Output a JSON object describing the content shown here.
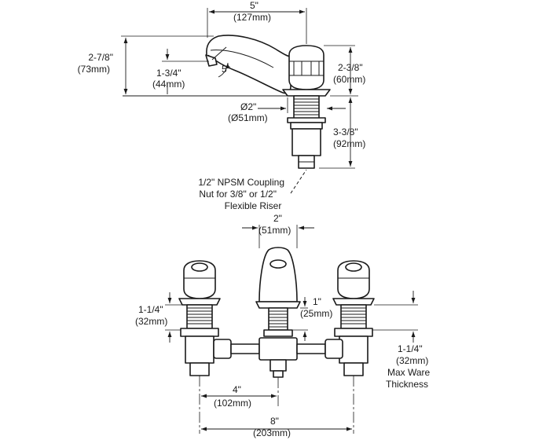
{
  "side_view": {
    "spout_length": {
      "imperial": "5\"",
      "metric": "(127mm)"
    },
    "overall_height": {
      "imperial": "2-7/8\"",
      "metric": "(73mm)"
    },
    "outlet_height": {
      "imperial": "1-3/4\"",
      "metric": "(44mm)"
    },
    "spout_angle": "5°",
    "handle_height": {
      "imperial": "2-3/8\"",
      "metric": "(60mm)"
    },
    "base_diameter": {
      "imperial": "Ø2\"",
      "metric": "(Ø51mm)"
    },
    "shank_length": {
      "imperial": "3-3/8\"",
      "metric": "(92mm)"
    },
    "coupling_note": [
      "1/2\" NPSM Coupling",
      "Nut for 3/8\" or 1/2\"",
      "Flexible Riser"
    ]
  },
  "front_view": {
    "spout_width": {
      "imperial": "2\"",
      "metric": "(51mm)"
    },
    "valve_riser": {
      "imperial": "1-1/4\"",
      "metric": "(32mm)"
    },
    "spout_riser": {
      "imperial": "1\"",
      "metric": "(25mm)"
    },
    "ware_thickness": {
      "imperial": "1-1/4\"",
      "metric": "(32mm)",
      "note": [
        "Max Ware",
        "Thickness"
      ]
    },
    "half_spread": {
      "imperial": "4\"",
      "metric": "(102mm)"
    },
    "center_spread": {
      "imperial": "8\"",
      "metric": "(203mm)"
    }
  }
}
